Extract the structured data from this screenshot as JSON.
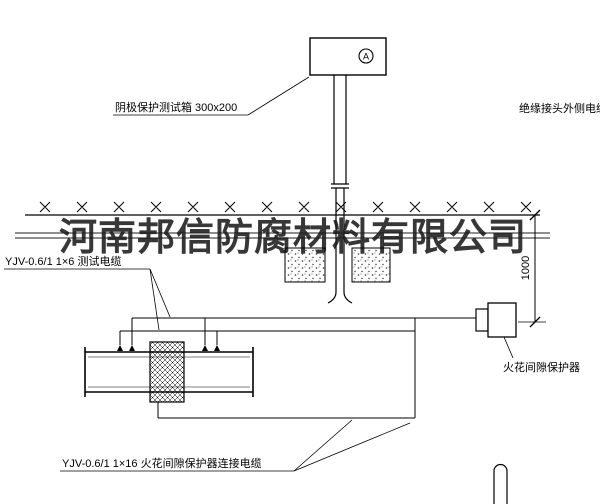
{
  "colors": {
    "line": "#000000",
    "background": "#ffffff",
    "watermark": "#1c1c1c"
  },
  "watermark": {
    "text": "河南邦信防腐材料有限公司"
  },
  "labels": {
    "test_box": "阴极保护测试箱 300x200",
    "insulated_joint_cable": "绝缘接头外侧电缆",
    "test_cable": "YJV-0.6/1 1×6 测试电缆",
    "spark_gap": "火花间隙保护器",
    "connection_cable": "YJV-0.6/1 1×16 火花间隙保护器连接电缆",
    "depth_dimension": "1000",
    "ammeter_symbol": "A"
  }
}
